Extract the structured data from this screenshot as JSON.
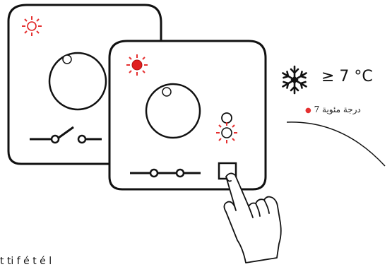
{
  "temperature": {
    "threshold_text": "≥ 7 °C",
    "arabic_value": "7",
    "arabic_unit": "درجة مئوية",
    "bullet_color": "#e53030"
  },
  "colors": {
    "outline": "#111111",
    "led_active": "#e02020",
    "led_ray": "#e53030"
  },
  "icons": {
    "frost": "snowflake-icon",
    "led_left": "red-led-blinking-icon",
    "led_right": "red-led-lit-icon",
    "led_lower": "red-led-blinking-icon",
    "switch_open": "switch-open-icon",
    "switch_closed": "switch-closed-icon",
    "hand": "hand-pressing-icon"
  },
  "footer": {
    "text": "t  ti        f    é     t    é l"
  }
}
